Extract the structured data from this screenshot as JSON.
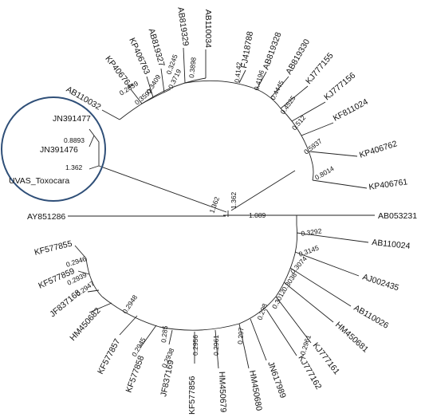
{
  "colors": {
    "line": "#222222",
    "highlight_circle": "#2f4f78",
    "background": "#ffffff"
  },
  "tree": {
    "tips": {
      "t01": "JN391477",
      "t02": "JN391476",
      "t03": "UVAS_Toxocara",
      "t04": "AY851286",
      "t05": "AB110032",
      "t06": "KP406764",
      "t07": "KP406763",
      "t08": "AB819327",
      "t09": "AB819329",
      "t10": "AB110034",
      "t11": "FJ418788",
      "t12": "AB819328",
      "t13": "AB819330",
      "t14": "KJ777155",
      "t15": "KJ777156",
      "t16": "KF811024",
      "t17": "KP406762",
      "t18": "KP406761",
      "t19": "AB053231",
      "t20": "AB110024",
      "t21": "AJ002435",
      "t22": "AB110026",
      "t23": "HM450681",
      "t24": "KJ777161",
      "t25": "KJ777162",
      "t26": "JN617989",
      "t27": "HM450680",
      "t28": "HM450679",
      "t29": "KF577856",
      "t30": "JF837169",
      "t31": "KF577858",
      "t32": "KF577857",
      "t33": "HM450682",
      "t34": "JF837168",
      "t35": "KF577859",
      "t36": "KF577855"
    },
    "support": {
      "s01": "0.8893",
      "s02": "1.362",
      "s03": "1.362",
      "s04": "1.362",
      "s05": "1.089",
      "s06": "0.2839",
      "s07": "0.3597",
      "s08": "0.3409",
      "s09": "0.3245",
      "s10": "0.3719",
      "s11": "0.3898",
      "s12": "0.4142",
      "s13": "0.4196",
      "s14": "0.4445",
      "s15": "0.4525",
      "s16": "0.512",
      "s17": "0.5937",
      "s18": "0.8014",
      "s19": "0.3292",
      "s20": "0.3145",
      "s21": "0.3074",
      "s22": "0.3038",
      "s23": "0.3012",
      "s24": "0.298",
      "s25": "0.2961",
      "s26": "0.297",
      "s27": "0.2961",
      "s28": "0.2956",
      "s29": "0.285",
      "s30": "0.2938",
      "s31": "0.2945",
      "s32": "0.2948",
      "s33": "0.2947",
      "s34": "0.2939",
      "s35": "0.2946"
    }
  }
}
